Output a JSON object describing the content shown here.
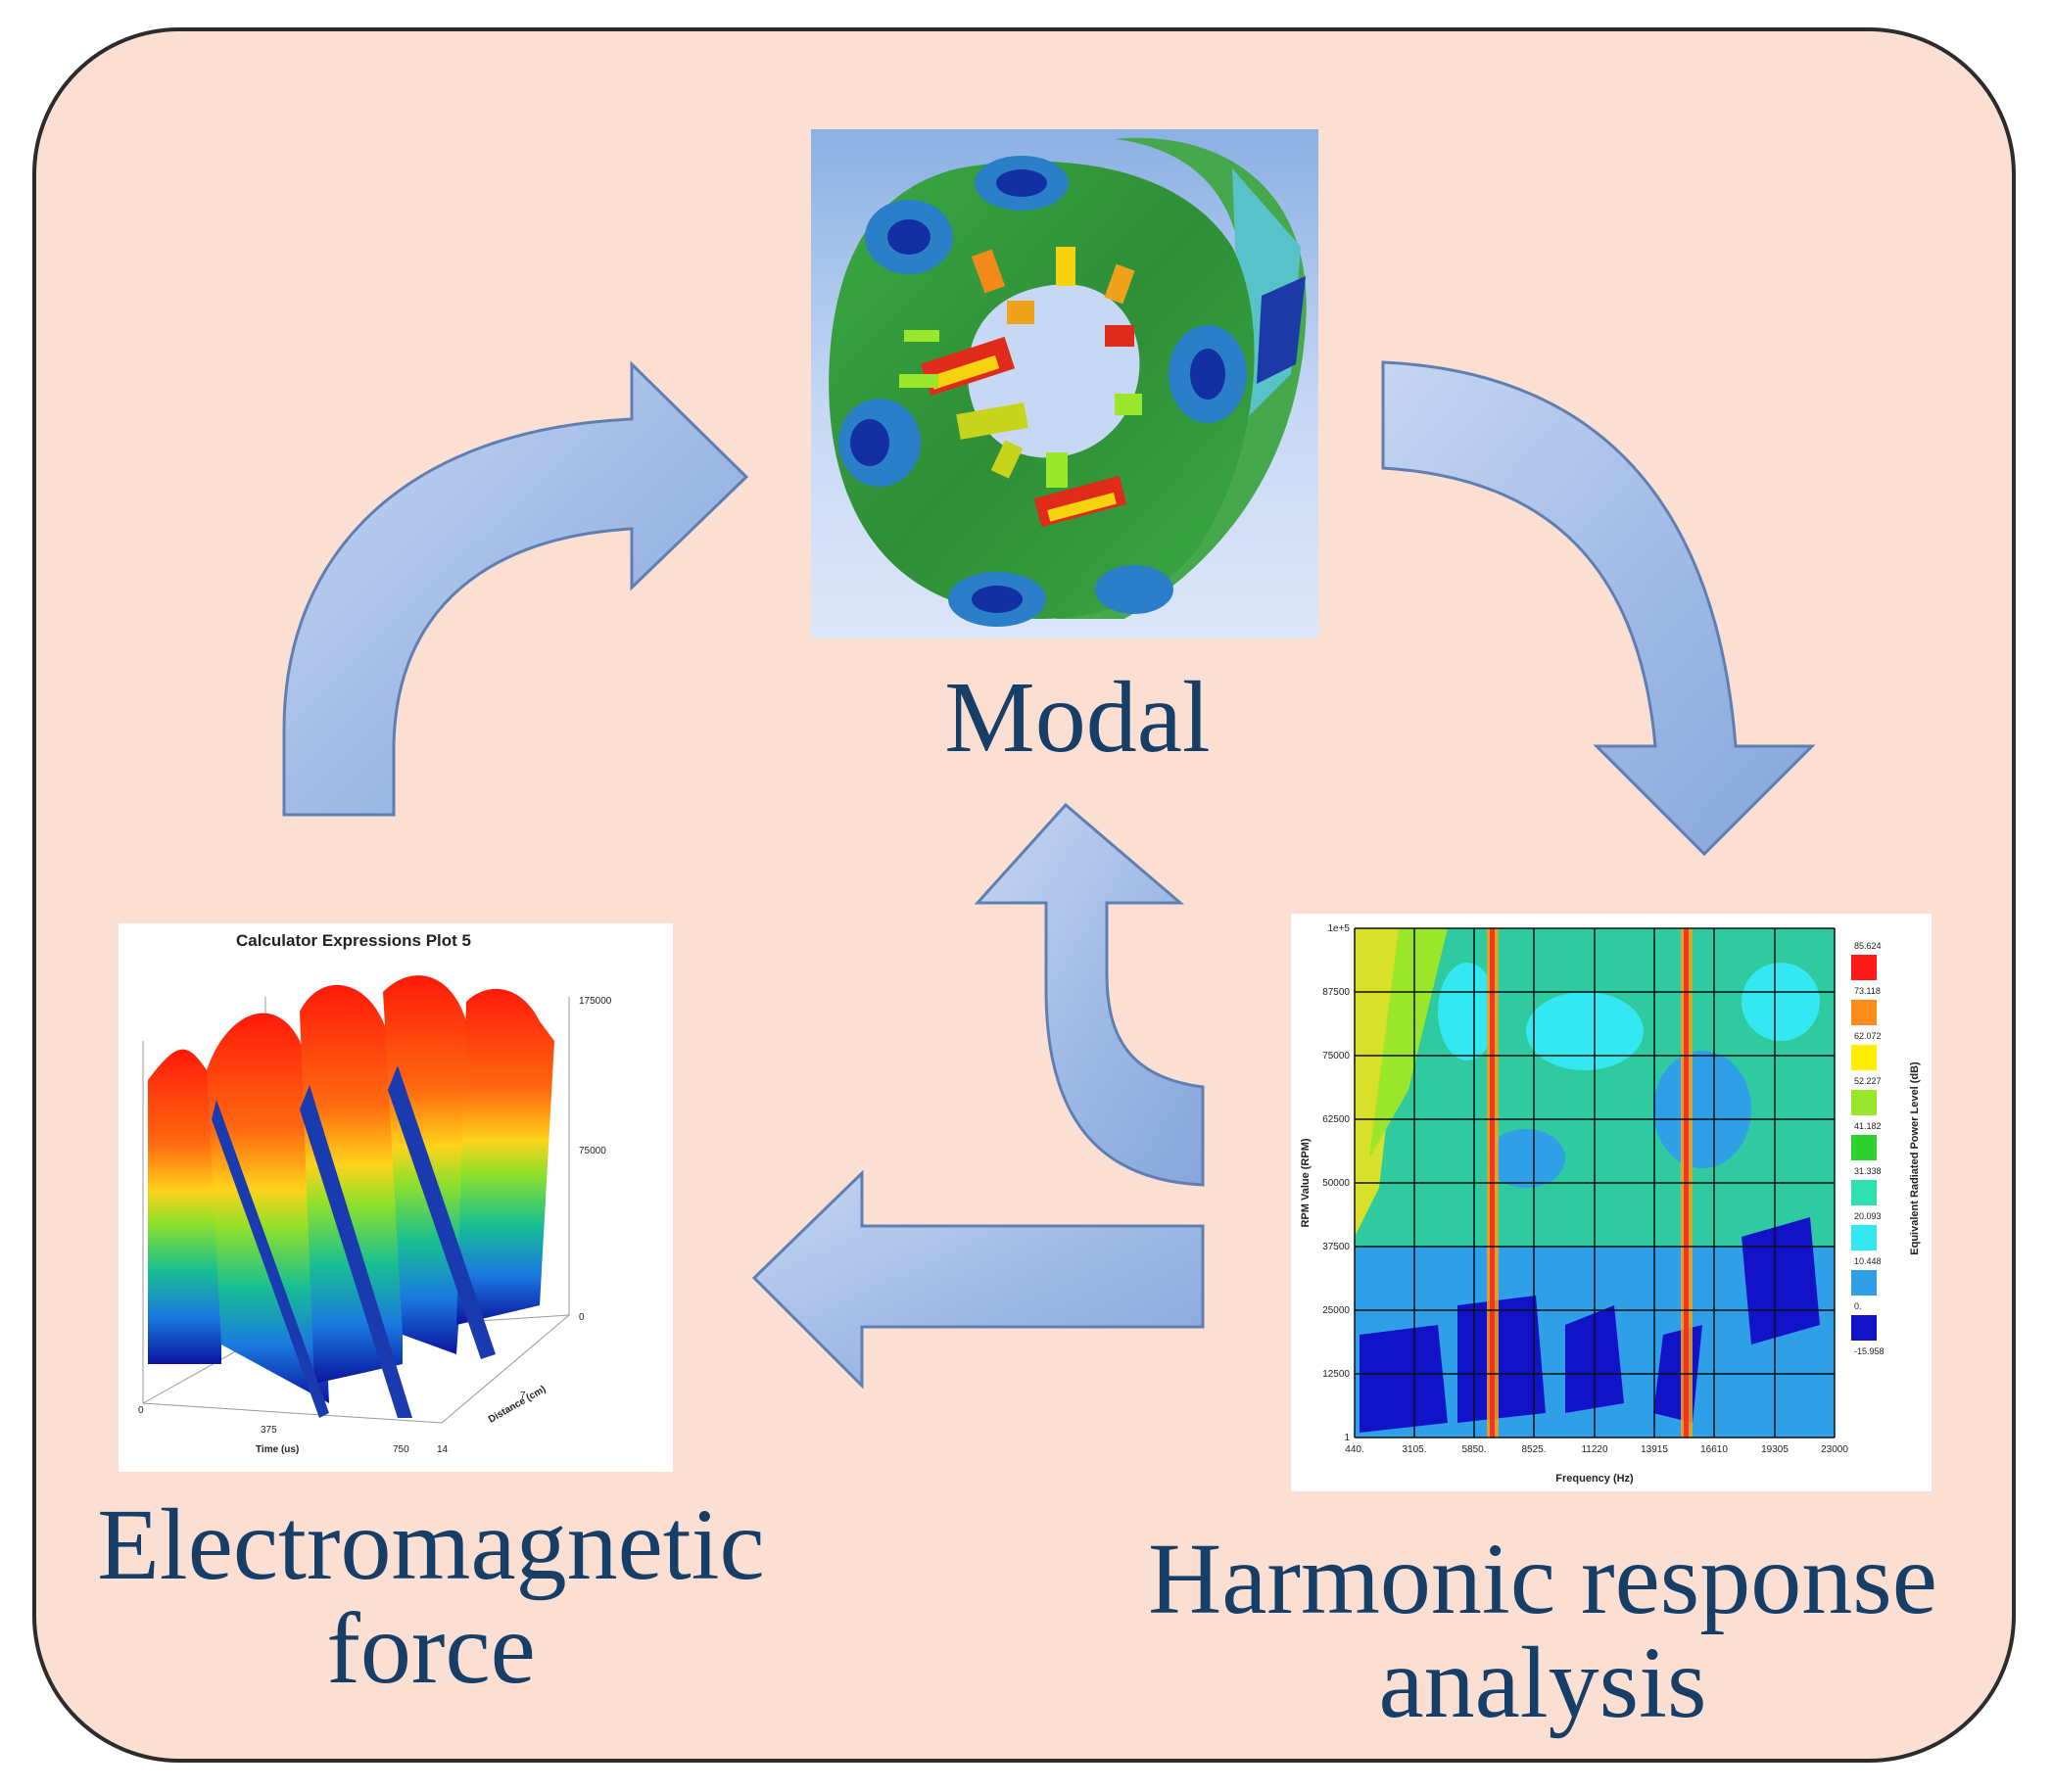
{
  "labels": {
    "modal": "Modal",
    "electromagnetic": [
      "Electromagnetic",
      "force"
    ],
    "harmonic": [
      "Harmonic response",
      "analysis"
    ]
  },
  "em_plot": {
    "title": "Calculator Expressions Plot 5",
    "z_ticks": [
      "175000",
      "75000",
      "0"
    ],
    "x_ticks": [
      "0",
      "375",
      "750"
    ],
    "x_label": "Time (us)",
    "d_ticks": [
      "7",
      "14"
    ],
    "d_label": "Distance (cm)"
  },
  "hr_plot": {
    "y_label": "RPM Value (RPM)",
    "y_ticks": [
      "1e+5",
      "87500",
      "75000",
      "62500",
      "50000",
      "37500",
      "25000",
      "12500",
      "1"
    ],
    "x_label": "Frequency (Hz)",
    "x_ticks": [
      "440.",
      "3105.",
      "5850.",
      "8525.",
      "11220",
      "13915",
      "16610",
      "19305",
      "23000"
    ],
    "legend_label": "Equivalent Radiated Power Level (dB)",
    "legend_values": [
      "85.624",
      "73.118",
      "62.072",
      "52.227",
      "41.182",
      "31.338",
      "20.093",
      "10.448",
      "0.",
      "-15.958"
    ],
    "legend_colors": [
      "#ff1a1a",
      "#ff8c1a",
      "#ffee00",
      "#9ae62a",
      "#2ed12e",
      "#2ee0b0",
      "#33e8f0",
      "#2f9fe8",
      "#1212c8"
    ]
  },
  "colors": {
    "panel": "#fbdfd3",
    "arrow": "#a9c1e8",
    "label_text": "#163e66"
  }
}
